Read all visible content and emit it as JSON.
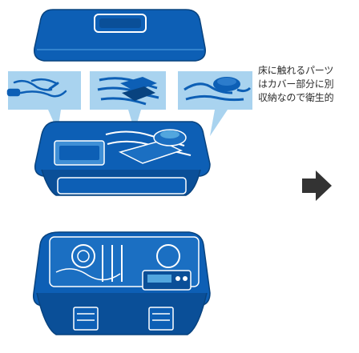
{
  "caption": {
    "lines": [
      "床に触れるパーツ",
      "はカバー部分に別",
      "収納なので衛生的"
    ]
  },
  "colors": {
    "blue": "#0d5fb5",
    "blue_dark": "#08437f",
    "blue_light": "#52a6de",
    "panel_bg": "#a9d3ef",
    "arrow": "#333333"
  },
  "icons": [
    "hose-icon",
    "floor-nozzle-icon",
    "drain-pipe-icon",
    "arrow-right-icon"
  ]
}
